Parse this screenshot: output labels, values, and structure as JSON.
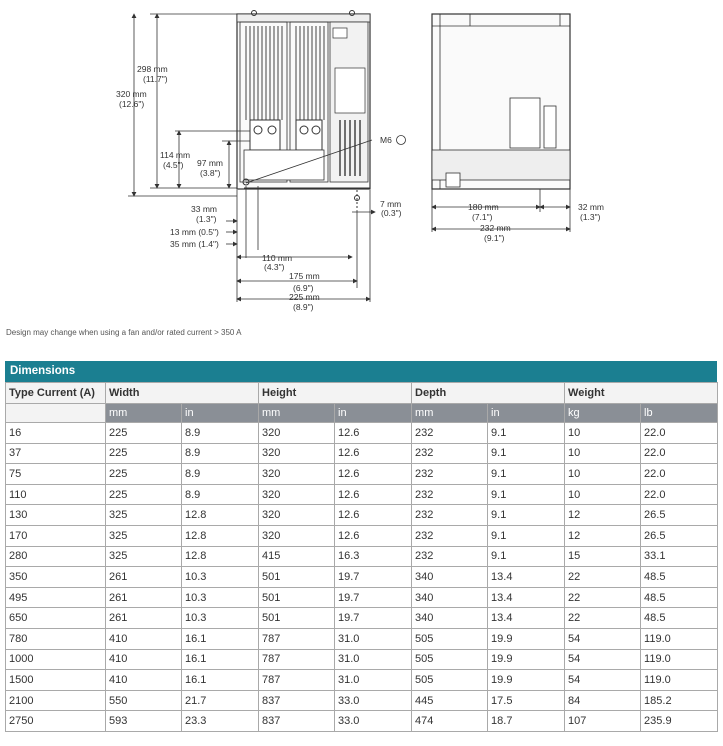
{
  "drawing": {
    "front": {
      "h_298": "298 mm",
      "h_298_in": "(11.7\")",
      "h_320": "320 mm",
      "h_320_in": "(12.6\")",
      "h_114": "114 mm",
      "h_114_in": "(4.5\")",
      "h_97": "97 mm",
      "h_97_in": "(3.8\")",
      "h_33": "33 mm",
      "h_33_in": "(1.3\")",
      "h_13": "13 mm (0.5\")",
      "h_35": "35 mm (1.4\")",
      "m6": "M6",
      "h_7": "7 mm",
      "h_7_in": "(0.3\")",
      "w_110": "110 mm",
      "w_110_in": "(4.3\")",
      "w_175": "175 mm",
      "w_175_in": "(6.9\")",
      "w_225": "225 mm",
      "w_225_in": "(8.9\")"
    },
    "side": {
      "d_180": "180 mm",
      "d_180_in": "(7.1\")",
      "d_32": "32 mm",
      "d_32_in": "(1.3\")",
      "d_232": "232 mm",
      "d_232_in": "(9.1\")"
    }
  },
  "note": "Design may change when using a fan and/or rated current > 350 A",
  "table": {
    "title": "Dimensions",
    "col1": "Type Current (A)",
    "groups": [
      "Width",
      "Height",
      "Depth",
      "Weight"
    ],
    "units": [
      "mm",
      "in",
      "mm",
      "in",
      "mm",
      "in",
      "kg",
      "lb"
    ],
    "rows": [
      [
        "16",
        "225",
        "8.9",
        "320",
        "12.6",
        "232",
        "9.1",
        "10",
        "22.0"
      ],
      [
        "37",
        "225",
        "8.9",
        "320",
        "12.6",
        "232",
        "9.1",
        "10",
        "22.0"
      ],
      [
        "75",
        "225",
        "8.9",
        "320",
        "12.6",
        "232",
        "9.1",
        "10",
        "22.0"
      ],
      [
        "110",
        "225",
        "8.9",
        "320",
        "12.6",
        "232",
        "9.1",
        "10",
        "22.0"
      ],
      [
        "130",
        "325",
        "12.8",
        "320",
        "12.6",
        "232",
        "9.1",
        "12",
        "26.5"
      ],
      [
        "170",
        "325",
        "12.8",
        "320",
        "12.6",
        "232",
        "9.1",
        "12",
        "26.5"
      ],
      [
        "280",
        "325",
        "12.8",
        "415",
        "16.3",
        "232",
        "9.1",
        "15",
        "33.1"
      ],
      [
        "350",
        "261",
        "10.3",
        "501",
        "19.7",
        "340",
        "13.4",
        "22",
        "48.5"
      ],
      [
        "495",
        "261",
        "10.3",
        "501",
        "19.7",
        "340",
        "13.4",
        "22",
        "48.5"
      ],
      [
        "650",
        "261",
        "10.3",
        "501",
        "19.7",
        "340",
        "13.4",
        "22",
        "48.5"
      ],
      [
        "780",
        "410",
        "16.1",
        "787",
        "31.0",
        "505",
        "19.9",
        "54",
        "119.0"
      ],
      [
        "1000",
        "410",
        "16.1",
        "787",
        "31.0",
        "505",
        "19.9",
        "54",
        "119.0"
      ],
      [
        "1500",
        "410",
        "16.1",
        "787",
        "31.0",
        "505",
        "19.9",
        "54",
        "119.0"
      ],
      [
        "2100",
        "550",
        "21.7",
        "837",
        "33.0",
        "445",
        "17.5",
        "84",
        "185.2"
      ],
      [
        "2750",
        "593",
        "23.3",
        "837",
        "33.0",
        "474",
        "18.7",
        "107",
        "235.9"
      ]
    ]
  }
}
